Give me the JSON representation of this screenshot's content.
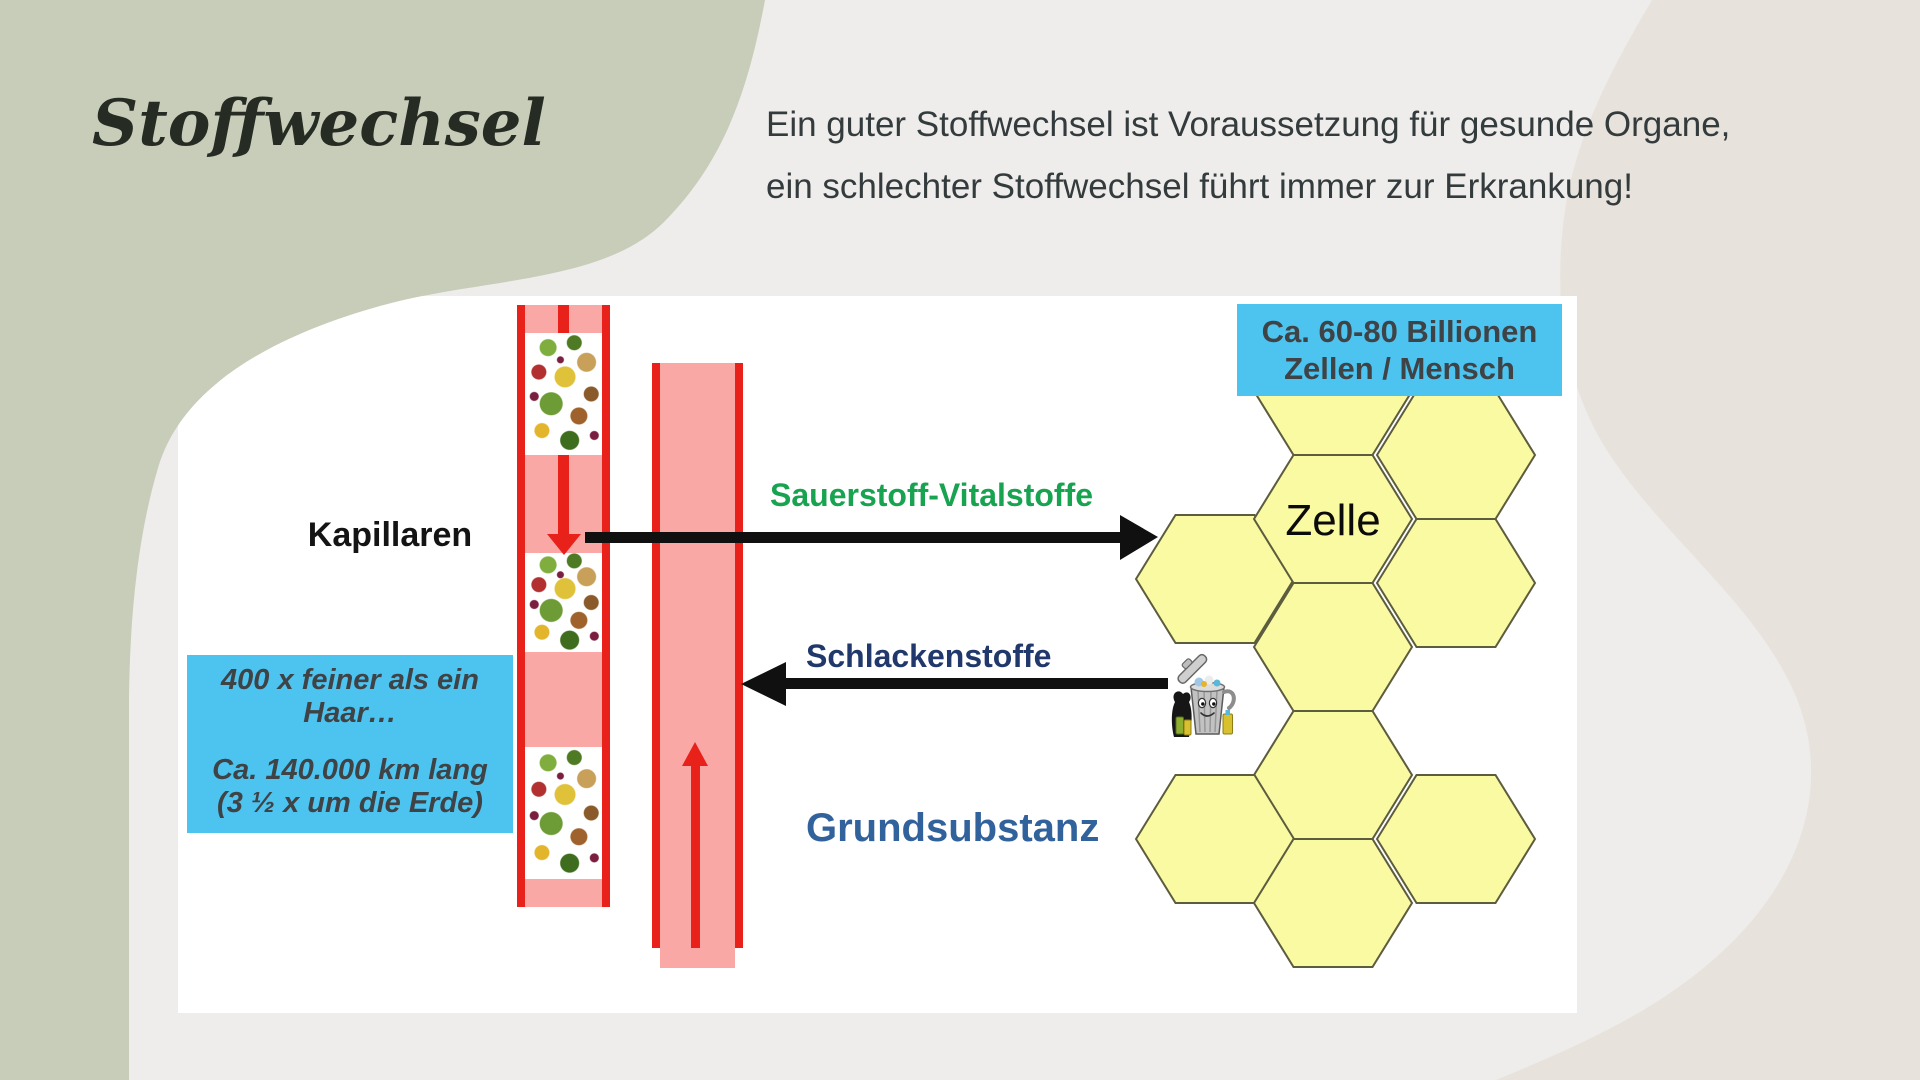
{
  "slide": {
    "title": "Stoffwechsel",
    "intro_line1": "Ein guter Stoffwechsel ist Voraussetzung für gesunde Organe,",
    "intro_line2": "ein schlechter Stoffwechsel führt immer zur Erkrankung!"
  },
  "diagram": {
    "capillary_label": "Kapillaren",
    "capillary_info": {
      "line1": "400 x feiner als ein",
      "line2": "Haar…",
      "line3": "Ca. 140.000 km lang",
      "line4": "(3 ½ x um die Erde)"
    },
    "oxygen_label": "Sauerstoff-Vitalstoffe",
    "waste_label": "Schlackenstoffe",
    "ground_label": "Grundsubstanz",
    "cells_box": {
      "line1": "Ca. 60-80 Billionen",
      "line2": "Zellen / Mensch"
    },
    "cell_label": "Zelle"
  },
  "icons": {
    "trash": "trash-can-icon",
    "food": "food-collage-image",
    "red_down_arrow": "red-down-arrow-icon",
    "red_up_arrow": "red-up-arrow-icon",
    "black_right_arrow": "oxygen-flow-arrow-icon",
    "black_left_arrow": "waste-flow-arrow-icon"
  },
  "colors": {
    "background": "#eeedeb",
    "green_blob": "#c7cdb8",
    "beige_blob": "#e7e2db",
    "panel": "#ffffff",
    "tube_fill": "#f9a8a5",
    "tube_border_red": "#e8211b",
    "info_box_blue": "#4dc3f0",
    "hexagon_fill": "#fafaa2",
    "hexagon_border": "#5c5c3e",
    "oxygen_green": "#18a351",
    "waste_navy": "#20386b",
    "ground_blue": "#31629c"
  }
}
